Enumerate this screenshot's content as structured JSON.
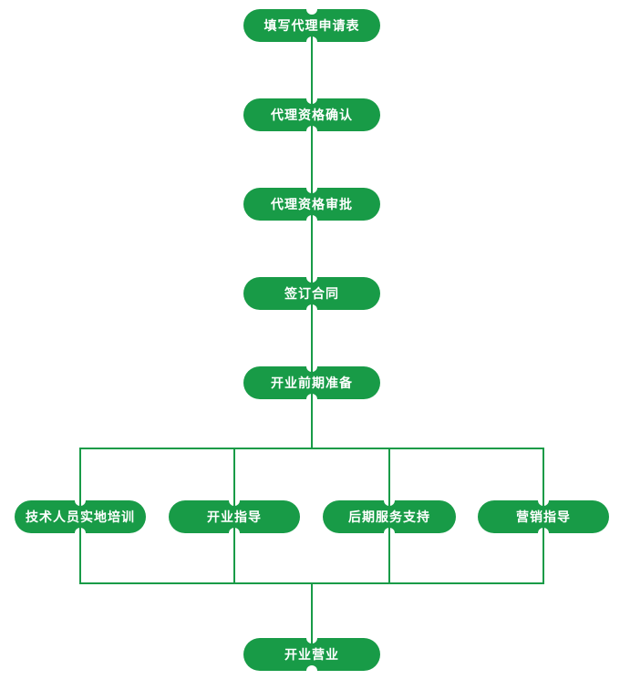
{
  "flowchart": {
    "title": "agent-joining-process-flowchart",
    "colors": {
      "node_fill": "#189b47",
      "connector": "#189b47",
      "label_text": "#ffffff",
      "background": "#ffffff"
    },
    "main_nodes": [
      {
        "id": "fill-agent-application-form",
        "label": "填写代理申请表"
      },
      {
        "id": "agent-qualification-confirm",
        "label": "代理资格确认"
      },
      {
        "id": "agent-qualification-approval",
        "label": "代理资格审批"
      },
      {
        "id": "sign-contract",
        "label": "签订合同"
      },
      {
        "id": "pre-opening-preparation",
        "label": "开业前期准备"
      }
    ],
    "branch_nodes": [
      {
        "id": "technician-field-training",
        "label": "技术人员实地培训"
      },
      {
        "id": "opening-guidance",
        "label": "开业指导"
      },
      {
        "id": "after-sales-service-support",
        "label": "后期服务支持"
      },
      {
        "id": "marketing-guidance",
        "label": "营销指导"
      }
    ],
    "final_node": {
      "id": "open-for-business",
      "label": "开业营业"
    }
  }
}
